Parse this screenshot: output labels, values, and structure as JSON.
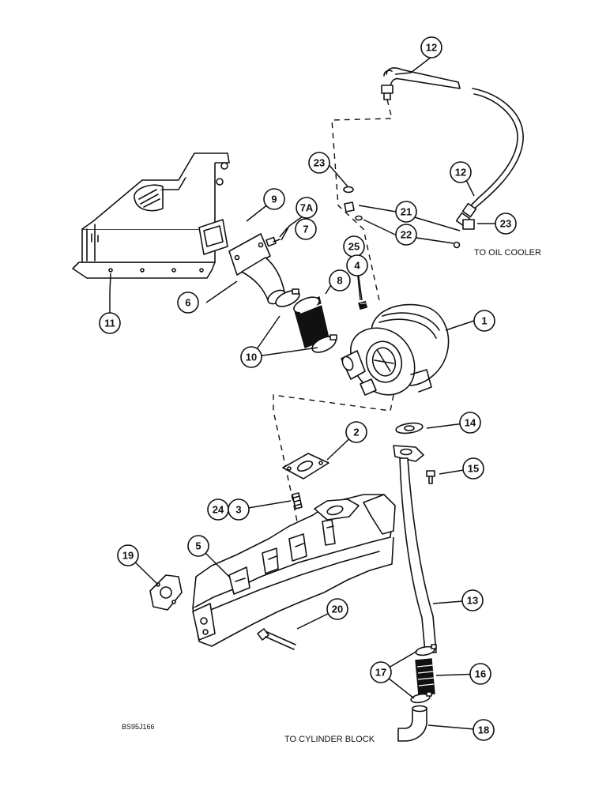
{
  "notes": {
    "oil_cooler": "TO OIL COOLER",
    "cylinder_block": "TO CYLINDER BLOCK",
    "figure_code": "BS95J166"
  },
  "callouts": {
    "c1": "1",
    "c2": "2",
    "c3": "3",
    "c4": "4",
    "c5": "5",
    "c6": "6",
    "c7": "7",
    "c7a": "7A",
    "c8": "8",
    "c9": "9",
    "c10": "10",
    "c11": "11",
    "c12a": "12",
    "c12b": "12",
    "c13": "13",
    "c14": "14",
    "c15": "15",
    "c16": "16",
    "c17": "17",
    "c18": "18",
    "c19": "19",
    "c20": "20",
    "c21": "21",
    "c22": "22",
    "c23a": "23",
    "c23b": "23",
    "c24": "24",
    "c25": "25"
  },
  "colors": {
    "ink": "#111111",
    "paper": "#ffffff"
  }
}
